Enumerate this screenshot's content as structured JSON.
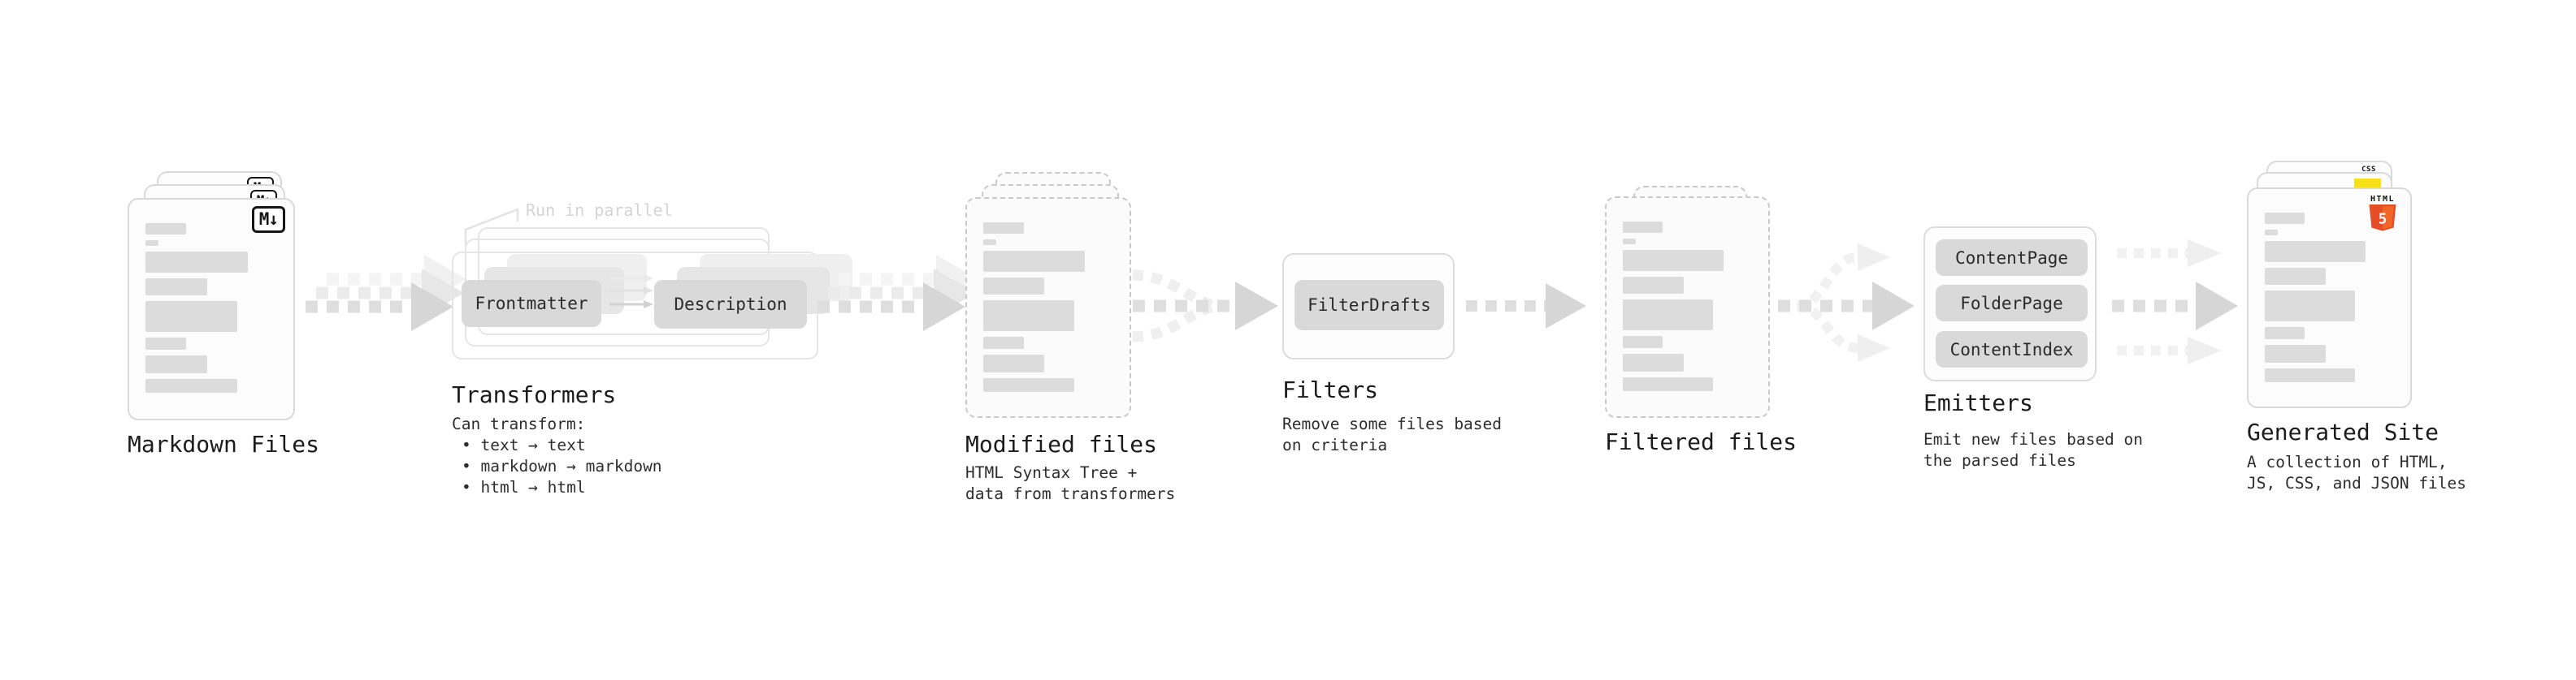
{
  "stages": [
    {
      "id": "markdown-files",
      "label": "Markdown Files",
      "icon": "M↓"
    },
    {
      "id": "transformers",
      "label": "Transformers",
      "callout": "Run in parallel",
      "pills": [
        "Frontmatter",
        "Description"
      ],
      "note": "Can transform:",
      "bullets": [
        "text → text",
        "markdown → markdown",
        "html → html"
      ]
    },
    {
      "id": "modified-files",
      "label": "Modified files",
      "description": "HTML Syntax Tree +\ndata from transformers"
    },
    {
      "id": "filters",
      "label": "Filters",
      "pills": [
        "FilterDrafts"
      ],
      "description": "Remove some files based\non criteria"
    },
    {
      "id": "filtered-files",
      "label": "Filtered files"
    },
    {
      "id": "emitters",
      "label": "Emitters",
      "pills": [
        "ContentPage",
        "FolderPage",
        "ContentIndex"
      ],
      "description": "Emit new files based on\nthe parsed files"
    },
    {
      "id": "generated-site",
      "label": "Generated Site",
      "badges": {
        "css_label": "CSS",
        "html_label": "HTML",
        "html_number": "5"
      },
      "description": "A collection of HTML,\nJS, CSS, and JSON files"
    }
  ],
  "colors": {
    "markdown_black": "#161616",
    "html5_orange": "#e44d26",
    "html5_orange_light": "#f16529",
    "js_yellow": "#f7df1e",
    "css_blue": "#1f6feb",
    "card_border": "#d9d9d9",
    "bar_fill": "#dcdcdc",
    "arrow_gray": "#d6d6d6",
    "arrow_light": "#efefef",
    "muted_label": "#d4d4d4",
    "text": "#1b1b1b"
  }
}
